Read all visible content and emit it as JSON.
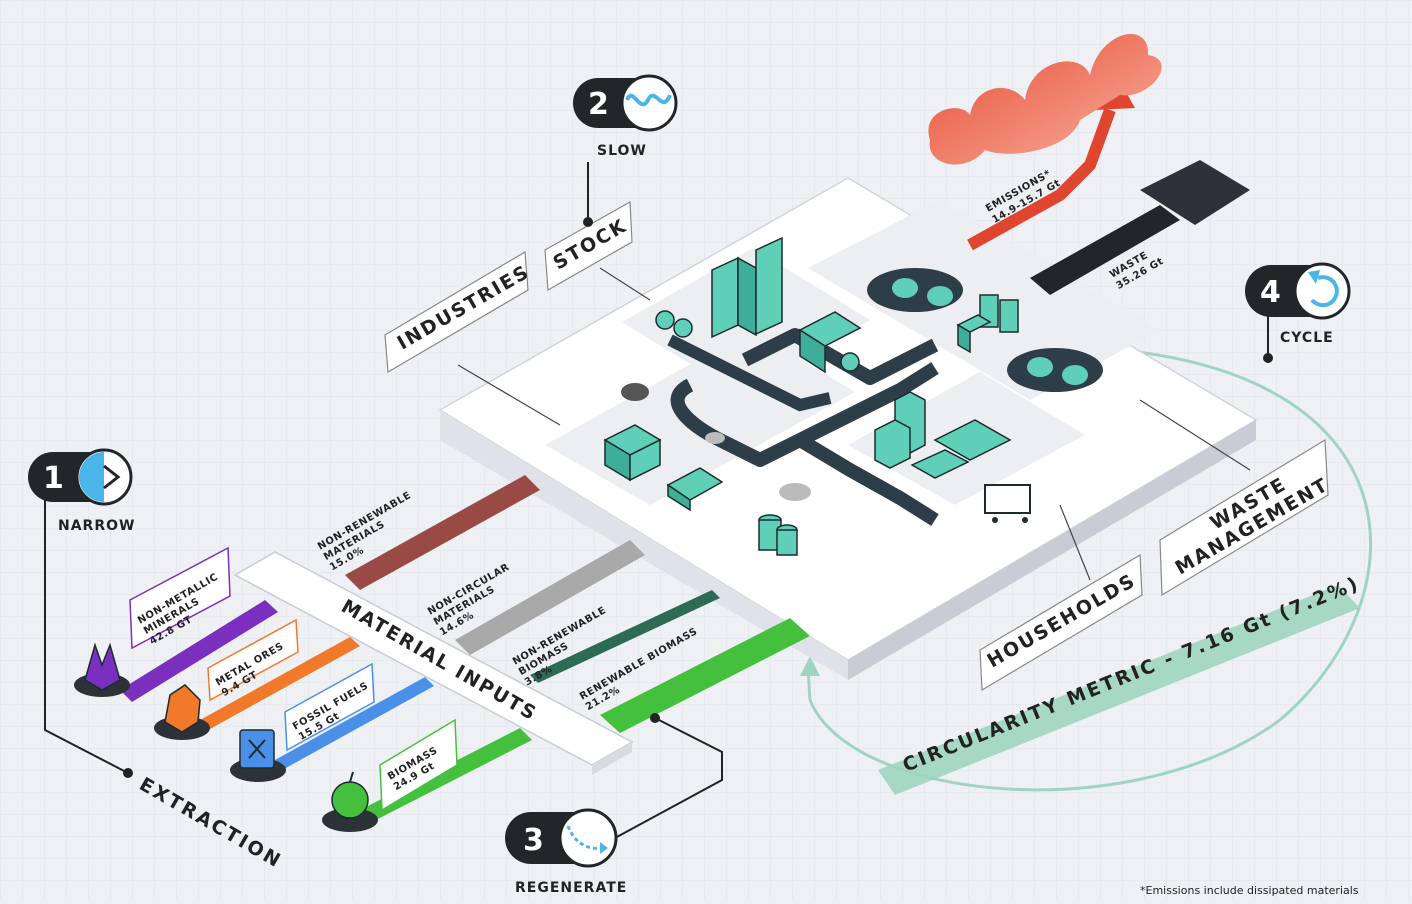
{
  "steps": {
    "narrow": {
      "num": "1",
      "label": "NARROW"
    },
    "slow": {
      "num": "2",
      "label": "SLOW"
    },
    "regenerate": {
      "num": "3",
      "label": "REGENERATE"
    },
    "cycle": {
      "num": "4",
      "label": "CYCLE"
    }
  },
  "extraction_label": "EXTRACTION",
  "material_inputs_label": "MATERIAL INPUTS",
  "sectors": {
    "industries": "INDUSTRIES",
    "stock": "STOCK",
    "households": "HOUSEHOLDS",
    "waste_line1": "WASTE",
    "waste_line2": "MANAGEMENT"
  },
  "resources": [
    {
      "line1": "NON-METALLIC",
      "line2": "MINERALS",
      "line3": "42.8 GT",
      "color": "#7b2fbf"
    },
    {
      "line1": "METAL ORES",
      "line2": "9.4 GT",
      "color": "#f07a2a"
    },
    {
      "line1": "FOSSIL FUELS",
      "line2": "15.5 Gt",
      "color": "#4a8fe8"
    },
    {
      "line1": "BIOMASS",
      "line2": "24.9 Gt",
      "color": "#45c03e"
    }
  ],
  "flows": [
    {
      "line1": "NON-RENEWABLE",
      "line2": "MATERIALS",
      "line3": "15.0%",
      "color": "#9a4a45"
    },
    {
      "line1": "NON-CIRCULAR",
      "line2": "MATERIALS",
      "line3": "14.6%",
      "color": "#a9a9a9"
    },
    {
      "line1": "NON-RENEWABLE",
      "line2": "BIOMASS",
      "line3": "3.8%",
      "color": "#2e6b55"
    },
    {
      "line1": "RENEWABLE BIOMASS",
      "line2": "21.2%",
      "color": "#45c03e"
    }
  ],
  "outputs": {
    "emissions_line1": "EMISSIONS*",
    "emissions_line2": "14.9-15.7 Gt",
    "waste_line1": "WASTE",
    "waste_line2": "35.26 Gt"
  },
  "circularity": "CIRCULARITY METRIC - 7.16 Gt (7.2%)",
  "footnote": "*Emissions include dissipated materials",
  "colors": {
    "emission": "#e0452f",
    "waste": "#222629",
    "teal": "#5fcfb8",
    "dark": "#2d3e48",
    "circ": "#9fd5c0",
    "step_bg": "#222629",
    "step_icon": "#4ab5e8"
  },
  "icons": [
    "narrow-icon",
    "slow-wave-icon",
    "regenerate-icon",
    "cycle-icon",
    "emission-cloud-icon",
    "waste-pile-icon"
  ]
}
